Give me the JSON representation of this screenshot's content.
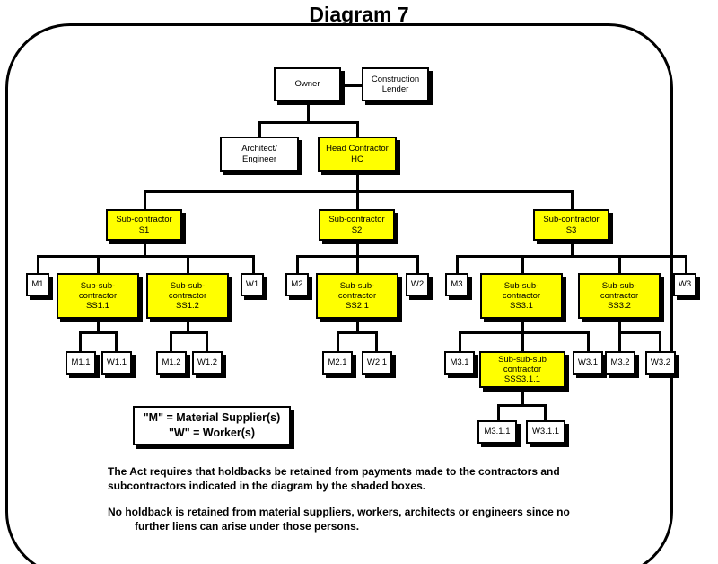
{
  "title": "Diagram 7",
  "nodes": {
    "owner": "Owner",
    "lender_l1": "Construction",
    "lender_l2": "Lender",
    "architect_l1": "Architect/",
    "architect_l2": "Engineer",
    "head_l1": "Head Contractor",
    "head_l2": "HC",
    "sub_l1": "Sub-contractor",
    "s1": "S1",
    "s2": "S2",
    "s3": "S3",
    "subsub_l1": "Sub-sub-",
    "subsub_l2": "contractor",
    "ss11": "SS1.1",
    "ss12": "SS1.2",
    "ss21": "SS2.1",
    "ss31": "SS3.1",
    "ss32": "SS3.2",
    "subsubsub_l1": "Sub-sub-sub",
    "subsubsub_l2": "contractor",
    "sss311": "SSS3.1.1",
    "m1": "M1",
    "m2": "M2",
    "m3": "M3",
    "w1": "W1",
    "w2": "W2",
    "w3": "W3",
    "m11": "M1.1",
    "w11": "W1.1",
    "m12": "M1.2",
    "w12": "W1.2",
    "m21": "M2.1",
    "w21": "W2.1",
    "m31": "M3.1",
    "w31": "W3.1",
    "m32": "M3.2",
    "w32": "W3.2",
    "m311": "M3.1.1",
    "w311": "W3.1.1"
  },
  "legend": {
    "line1": "\"M\" = Material Supplier(s)",
    "line2": "\"W\" = Worker(s)"
  },
  "footer": {
    "para1": "The Act requires that holdbacks be retained from payments made to the contractors and subcontractors indicated in the diagram by the shaded boxes.",
    "para2_line1": "No holdback is retained from material suppliers, workers, architects or engineers since no",
    "para2_line2": "further liens can arise under those persons."
  },
  "colors": {
    "shaded": "#FFFF00",
    "line": "#000000",
    "background": "#FFFFFF"
  }
}
